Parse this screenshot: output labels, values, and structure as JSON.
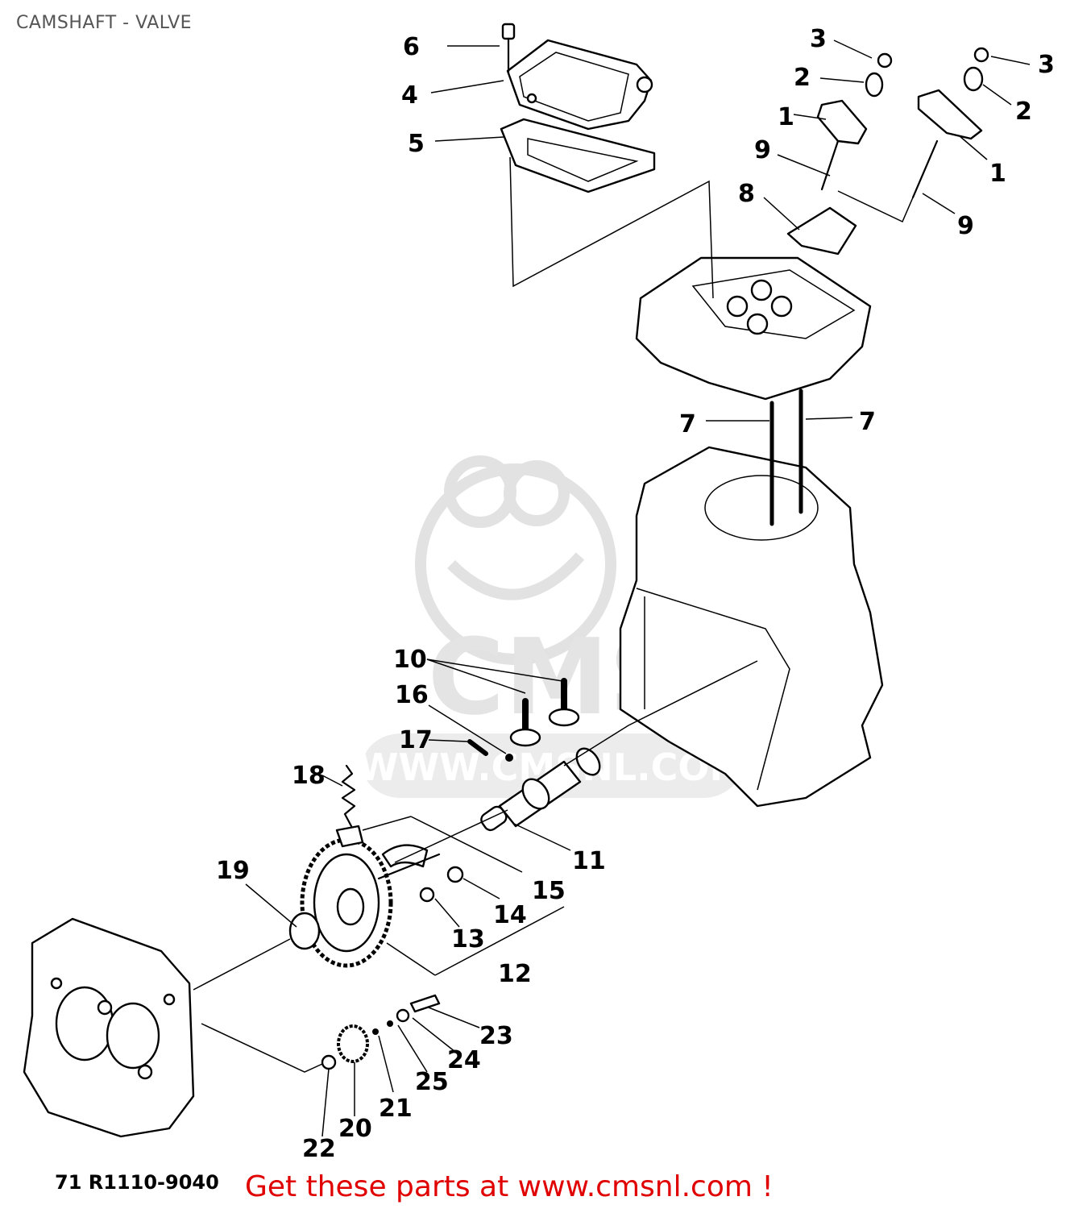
{
  "title": "CAMSHAFT - VALVE",
  "drawing_code": "71 R1110-9040",
  "footer": "Get these parts at www.cmsnl.com !",
  "watermark": "CMS",
  "watermark_url": "WWW.CMSNL.COM",
  "callouts": [
    {
      "id": "c6",
      "text": "6"
    },
    {
      "id": "c4",
      "text": "4"
    },
    {
      "id": "c5",
      "text": "5"
    },
    {
      "id": "c3a",
      "text": "3"
    },
    {
      "id": "c3b",
      "text": "3"
    },
    {
      "id": "c2a",
      "text": "2"
    },
    {
      "id": "c2b",
      "text": "2"
    },
    {
      "id": "c1a",
      "text": "1"
    },
    {
      "id": "c1b",
      "text": "1"
    },
    {
      "id": "c9a",
      "text": "9"
    },
    {
      "id": "c9b",
      "text": "9"
    },
    {
      "id": "c8",
      "text": "8"
    },
    {
      "id": "c7a",
      "text": "7"
    },
    {
      "id": "c7b",
      "text": "7"
    },
    {
      "id": "c10",
      "text": "10"
    },
    {
      "id": "c16",
      "text": "16"
    },
    {
      "id": "c17",
      "text": "17"
    },
    {
      "id": "c18",
      "text": "18"
    },
    {
      "id": "c11",
      "text": "11"
    },
    {
      "id": "c19",
      "text": "19"
    },
    {
      "id": "c15",
      "text": "15"
    },
    {
      "id": "c14",
      "text": "14"
    },
    {
      "id": "c13",
      "text": "13"
    },
    {
      "id": "c12",
      "text": "12"
    },
    {
      "id": "c23",
      "text": "23"
    },
    {
      "id": "c24",
      "text": "24"
    },
    {
      "id": "c25",
      "text": "25"
    },
    {
      "id": "c21",
      "text": "21"
    },
    {
      "id": "c20",
      "text": "20"
    },
    {
      "id": "c22",
      "text": "22"
    }
  ]
}
